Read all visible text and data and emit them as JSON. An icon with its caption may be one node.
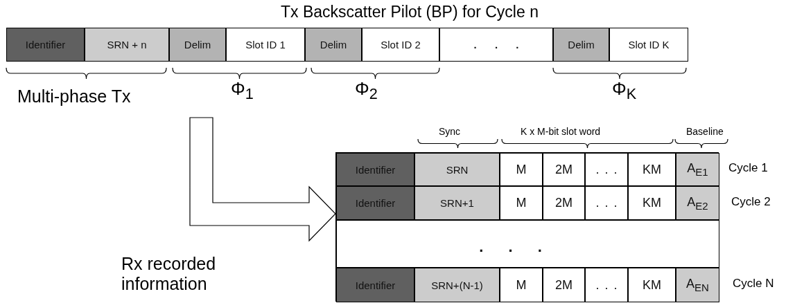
{
  "diagram": {
    "title": "Tx Backscatter Pilot (BP) for Cycle n",
    "nodes": [
      {
        "text": [
          "Identifier"
        ]
      },
      {
        "text": [
          "SRN + n"
        ]
      },
      {
        "text": [
          "Delim"
        ]
      },
      {
        "text": [
          "Slot ID 1"
        ]
      },
      {
        "text": [
          "Delim"
        ]
      },
      {
        "text": [
          "Slot ID 2"
        ]
      },
      {
        "text": [
          ". . ."
        ]
      },
      {
        "text": [
          "Delim"
        ]
      },
      {
        "text": [
          "Slot ID K"
        ]
      },
      {
        "text": [],
        "shape": "box"
      },
      {
        "text": [
          "Identifier"
        ],
        "in": 9
      },
      {
        "text": [
          "SRN"
        ],
        "in": 9
      },
      {
        "text": [
          "M"
        ],
        "in": 9
      },
      {
        "text": [
          "2M"
        ],
        "in": 9
      },
      {
        "text": [
          ". . ."
        ],
        "in": 9
      },
      {
        "text": [
          "KM"
        ],
        "in": 9
      },
      {
        "text": [
          "A$_{E1}$"
        ],
        "in": 9
      },
      {
        "text": [
          "Identifier"
        ],
        "in": 9
      },
      {
        "text": [
          "SRN+1"
        ],
        "in": 9
      },
      {
        "text": [
          "M"
        ],
        "in": 9
      },
      {
        "text": [
          "2M"
        ],
        "in": 9
      },
      {
        "text": [
          ". . ."
        ],
        "in": 9
      },
      {
        "text": [
          "KM"
        ],
        "in": 9
      },
      {
        "text": [
          "A$_{E2}$"
        ],
        "in": 9
      },
      {
        "text": [
          ". . ."
        ],
        "in": 9
      },
      {
        "text": [
          "Identifier"
        ],
        "in": 9
      },
      {
        "text": [
          "SRN+(N-1)"
        ],
        "in": 9
      },
      {
        "text": [
          "M"
        ],
        "in": 9
      },
      {
        "text": [
          "2M"
        ],
        "in": 9
      },
      {
        "text": [
          ". . ."
        ],
        "in": 9
      },
      {
        "text": [
          "KM"
        ],
        "in": 9
      },
      {
        "text": [
          "A$_{EN}$"
        ],
        "in": 9
      }
    ],
    "edges": [
      {
        "from": null,
        "to": 9,
        "arrow": "to"
      }
    ],
    "labels": [
      "Multi-phase Tx",
      "Φ$_{1}$",
      "Φ$_{2}$",
      "Φ$_{K}$",
      "Sync",
      "K x M-bit slot word",
      "Baseline",
      "Cycle 1",
      "Cycle 2",
      "Rx recorded information",
      "Cycle N"
    ]
  }
}
